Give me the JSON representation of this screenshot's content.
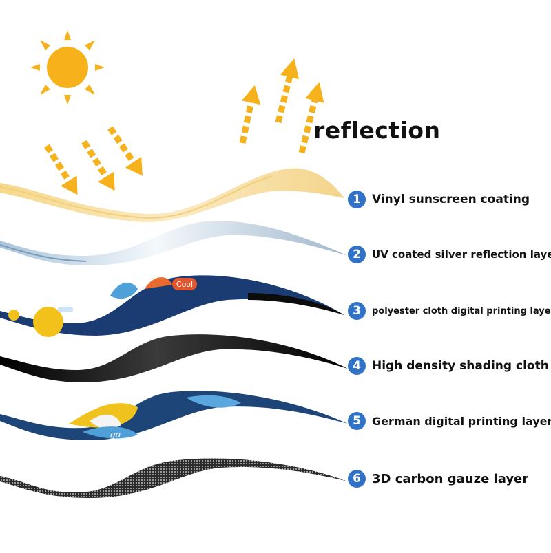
{
  "heading": "reflection",
  "print_badge": "Cool",
  "print_text_2": "go",
  "colors": {
    "sun": "#f7b21b",
    "arrow": "#f5b21c",
    "badge": "#2f72c7",
    "layer_sunscreen": "#f8e7b6",
    "layer_silver": "#d8e7f3",
    "layer_print": "#1b3b73",
    "layer_shade": "#101010",
    "layer_carbon": "#555555"
  },
  "icons": [
    "sun-icon",
    "incoming-ray-arrow-icon",
    "reflected-ray-arrow-icon"
  ],
  "layers": [
    {
      "number": "1",
      "label": "Vinyl sunscreen coating"
    },
    {
      "number": "2",
      "label": "UV coated silver reflection layer"
    },
    {
      "number": "3",
      "label": "polyester cloth digital printing layer"
    },
    {
      "number": "4",
      "label": "High density shading cloth"
    },
    {
      "number": "5",
      "label": "German digital printing layer"
    },
    {
      "number": "6",
      "label": "3D carbon gauze layer"
    }
  ]
}
